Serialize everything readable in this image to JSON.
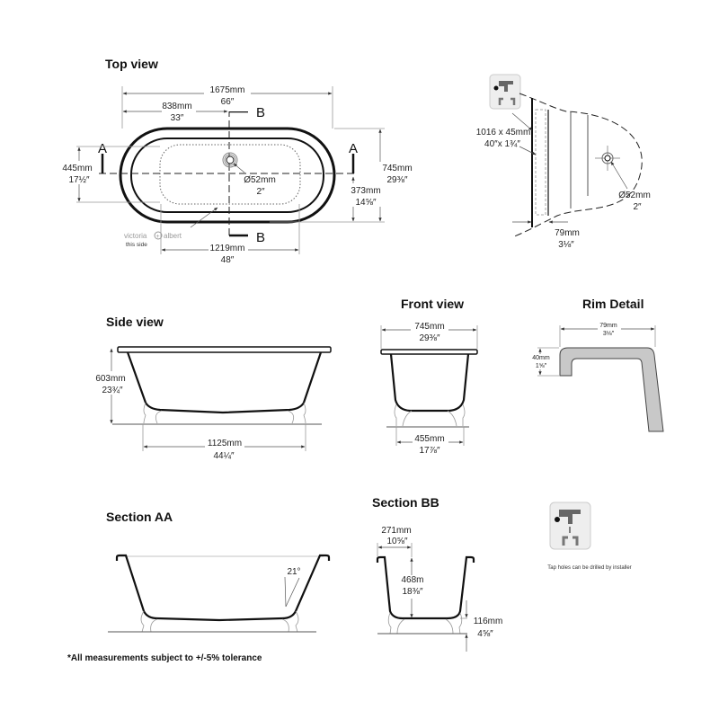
{
  "titles": {
    "top": "Top view",
    "side": "Side view",
    "front": "Front view",
    "rim": "Rim Detail",
    "section_aa": "Section AA",
    "section_bb": "Section BB"
  },
  "top_view": {
    "length_mm": "1675mm",
    "length_in": "66″",
    "half_mm": "838mm",
    "half_in": "33″",
    "offset_mm": "445mm",
    "offset_in": "17½″",
    "width_mm": "745mm",
    "width_in": "29⅜″",
    "drain_offset_mm": "373mm",
    "drain_offset_in": "14⅝″",
    "waste_mm": "Ø52mm",
    "waste_in": "2″",
    "base_mm": "1219mm",
    "base_in": "48″",
    "section_a": "A",
    "section_b": "B",
    "brand": "victoria",
    "brand2": "albert",
    "brand_note": "this side"
  },
  "tap_detail": {
    "hole_mm": "1016 x 45mm",
    "hole_in": "40″x 1¾″",
    "waste_mm": "Ø52mm",
    "waste_in": "2″",
    "rim_mm": "79mm",
    "rim_in": "3⅛″"
  },
  "side_view": {
    "height_mm": "603mm",
    "height_in": "23¾″",
    "feet_mm": "1125mm",
    "feet_in": "44¼″"
  },
  "front_view": {
    "width_mm": "745mm",
    "width_in": "29⅜″",
    "feet_mm": "455mm",
    "feet_in": "17⅞″"
  },
  "rim_detail": {
    "width_mm": "79mm",
    "width_in": "3⅛″",
    "height_mm": "40mm",
    "height_in": "1⅝″",
    "fill_color": "#c8c8c8"
  },
  "section_aa": {
    "angle": "21°"
  },
  "section_bb": {
    "rim_mm": "271mm",
    "rim_in": "10⅝″",
    "depth_mm": "468m",
    "depth_in": "18⅜″",
    "clearance_mm": "116mm",
    "clearance_in": "4⅝″"
  },
  "tap_note": "Tap holes can be drilled by installer",
  "footnote": "*All measurements subject to +/-5% tolerance"
}
